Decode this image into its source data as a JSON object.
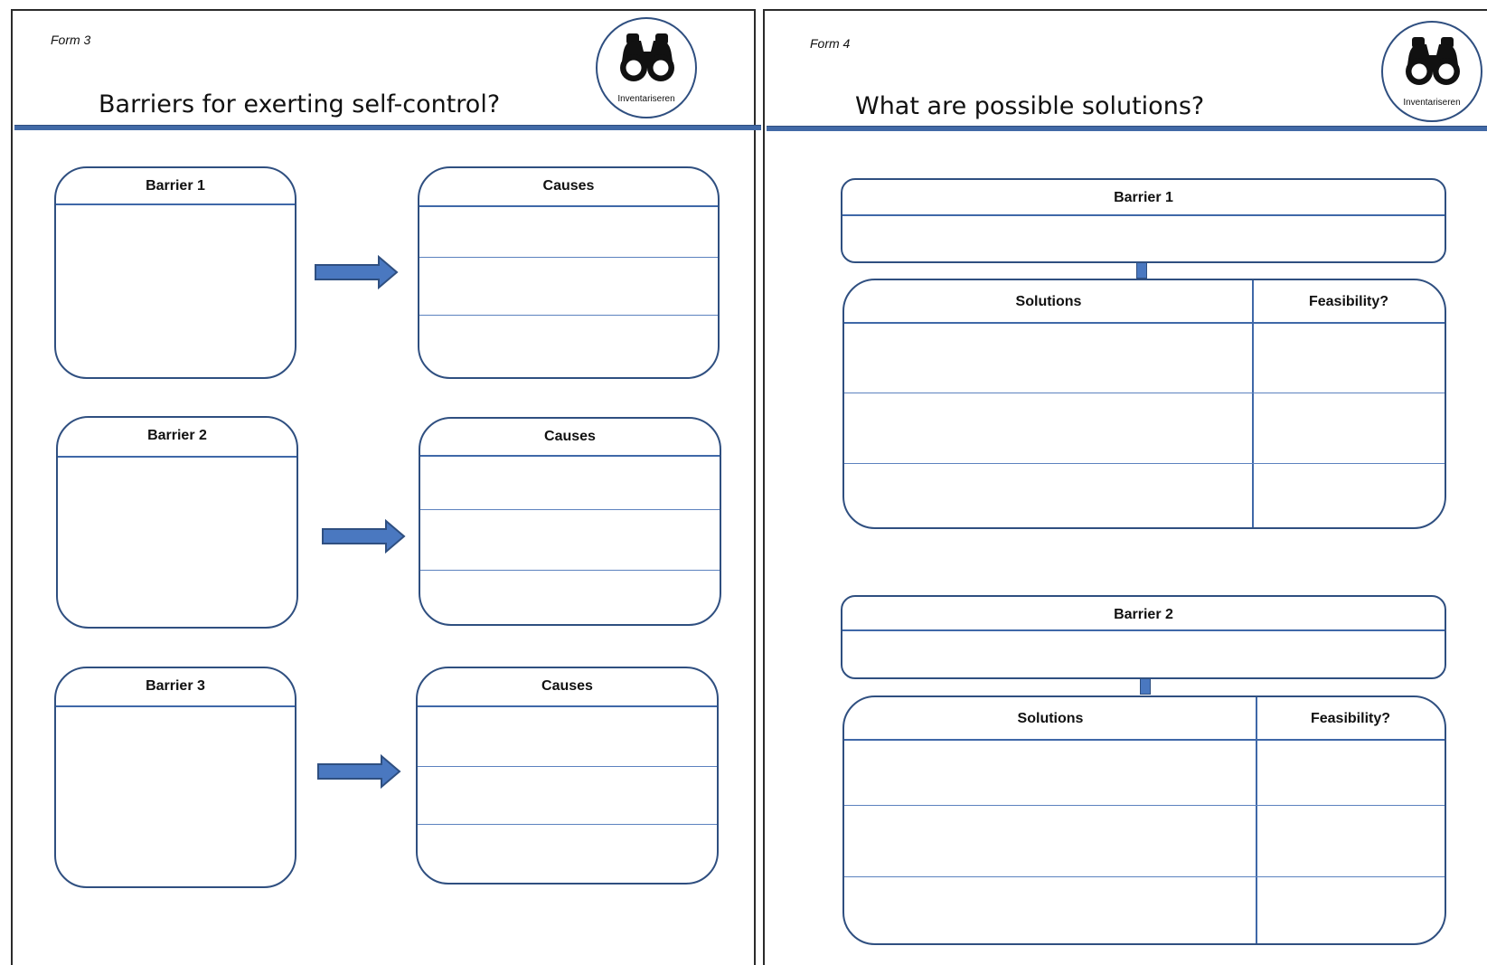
{
  "left_form": {
    "form_label": "Form 3",
    "title": "Barriers for exerting self-control?",
    "logo_caption": "Inventariseren",
    "barriers": [
      {
        "barrier_label": "Barrier 1",
        "causes_label": "Causes"
      },
      {
        "barrier_label": "Barrier 2",
        "causes_label": "Causes"
      },
      {
        "barrier_label": "Barrier 3",
        "causes_label": "Causes"
      }
    ]
  },
  "right_form": {
    "form_label": "Form 4",
    "title": "What are possible solutions?",
    "logo_caption": "Inventariseren",
    "barriers": [
      {
        "barrier_label": "Barrier 1",
        "solutions_label": "Solutions",
        "feasibility_label": "Feasibility?"
      },
      {
        "barrier_label": "Barrier 2",
        "solutions_label": "Solutions",
        "feasibility_label": "Feasibility?"
      }
    ]
  },
  "colors": {
    "accent": "#4169a6",
    "line": "#3f68a8",
    "border": "#2f4f80"
  },
  "icons": {
    "logo": "binoculars-icon",
    "arrow": "right-arrow-icon"
  }
}
